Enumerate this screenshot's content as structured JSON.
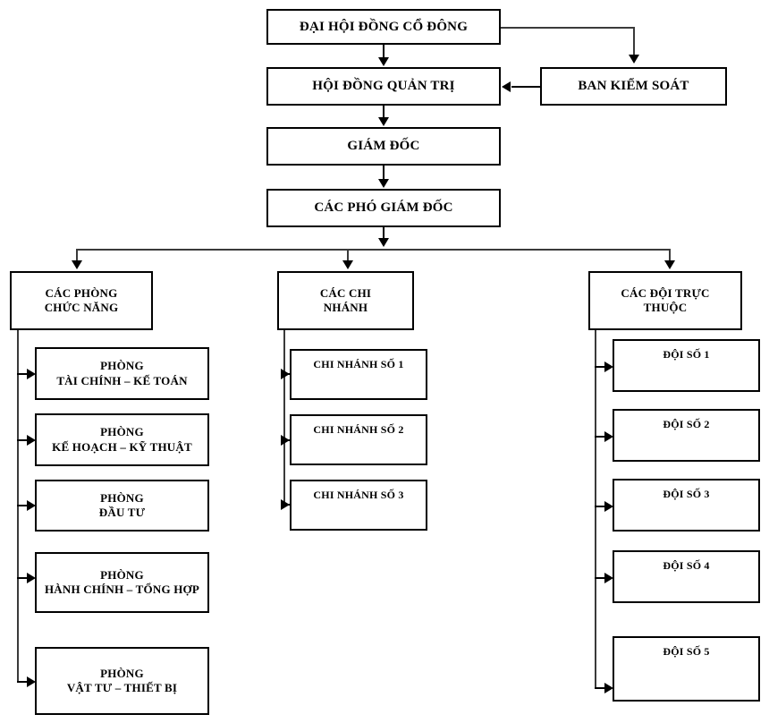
{
  "diagram": {
    "type": "organizational-chart",
    "language": "vi",
    "colors": {
      "box_border": "#000000",
      "box_fill": "#ffffff",
      "connector": "#000000",
      "text": "#000000",
      "background": "#ffffff"
    },
    "levels": {
      "level1": {
        "shareholders_meeting": "ĐẠI HỘI ĐỒNG CỔ ĐÔNG",
        "supervisory_board": "BAN KIỂM SOÁT"
      },
      "level2": {
        "board_of_directors": "HỘI ĐỒNG QUẢN TRỊ"
      },
      "level3": {
        "director": "GIÁM ĐỐC"
      },
      "level4": {
        "deputy_directors": "CÁC PHÓ GIÁM ĐỐC"
      }
    },
    "branches": [
      {
        "id": "functional-departments",
        "header_line1": "CÁC PHÒNG",
        "header_line2": "CHỨC NĂNG",
        "children": [
          {
            "line1": "PHÒNG",
            "line2": "TÀI CHÍNH – KẾ TOÁN"
          },
          {
            "line1": "PHÒNG",
            "line2": "KẾ HOẠCH – KỸ THUẬT"
          },
          {
            "line1": "PHÒNG",
            "line2": "ĐẦU TƯ"
          },
          {
            "line1": "PHÒNG",
            "line2": "HÀNH CHÍNH – TỔNG HỢP"
          },
          {
            "line1": "PHÒNG",
            "line2": "VẬT TƯ – THIẾT BỊ"
          }
        ]
      },
      {
        "id": "branch-offices",
        "header_line1": "CÁC CHI",
        "header_line2": "NHÁNH",
        "children": [
          {
            "line1": "CHI NHÁNH SỐ 1",
            "line2": ""
          },
          {
            "line1": "CHI NHÁNH SỐ 2",
            "line2": ""
          },
          {
            "line1": "CHI NHÁNH SỐ 3",
            "line2": ""
          }
        ]
      },
      {
        "id": "affiliated-teams",
        "header_line1": "CÁC ĐỘI TRỰC",
        "header_line2": "THUỘC",
        "children": [
          {
            "line1": "ĐỘI SỐ 1",
            "line2": ""
          },
          {
            "line1": "ĐỘI SỐ 2",
            "line2": ""
          },
          {
            "line1": "ĐỘI SỐ 3",
            "line2": ""
          },
          {
            "line1": "ĐỘI SỐ 4",
            "line2": ""
          },
          {
            "line1": "ĐỘI SỐ 5",
            "line2": ""
          }
        ]
      }
    ]
  }
}
